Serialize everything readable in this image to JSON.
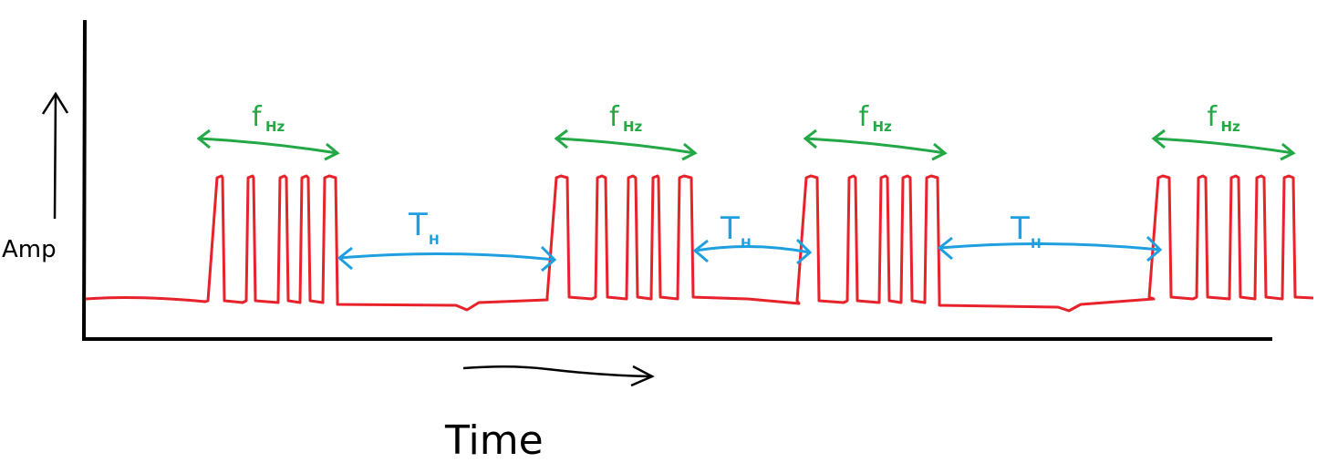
{
  "axes": {
    "y_label": "Amp",
    "x_label": "Time"
  },
  "colors": {
    "signal": "#e8222a",
    "frequency_marker": "#22a845",
    "period_marker": "#1ea0e0",
    "axes": "#000000"
  },
  "frequency_label": {
    "main": "f",
    "sub": "Hz"
  },
  "period_label": {
    "main": "T",
    "sub": "H"
  },
  "pulse_bursts": [
    {
      "pulses": 5
    },
    {
      "pulses": 5
    },
    {
      "pulses": 5
    },
    {
      "pulses": 5
    }
  ],
  "gaps": 3
}
